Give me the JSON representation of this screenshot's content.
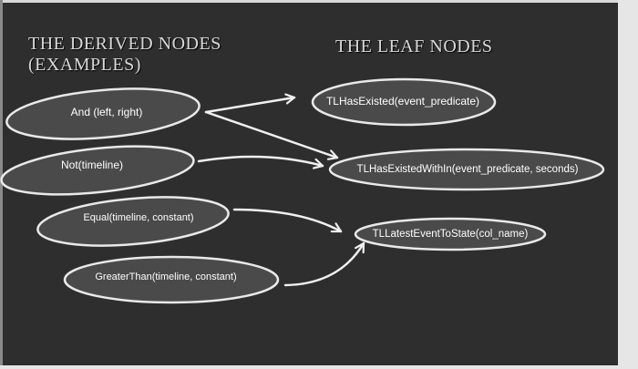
{
  "headings": {
    "derived_line1": "THE DERIVED NODES",
    "derived_line2": "(EXAMPLES)",
    "leaf": "THE LEAF NODES"
  },
  "derived_nodes": {
    "and": "And (left, right)",
    "not": "Not(timeline)",
    "equal": "Equal(timeline, constant)",
    "greater_than": "GreaterThan(timeline, constant)"
  },
  "leaf_nodes": {
    "has_existed": "TLHasExisted(event_predicate)",
    "has_existed_within": "TLHasExistedWithIn(event_predicate, seconds)",
    "latest_event": "TLLatestEventToState(col_name)"
  },
  "edges": [
    {
      "from": "And (left, right)",
      "to": "TLHasExisted(event_predicate)"
    },
    {
      "from": "And (left, right)",
      "to": "TLHasExistedWithIn(event_predicate, seconds)"
    },
    {
      "from": "Not(timeline)",
      "to": "TLHasExistedWithIn(event_predicate, seconds)"
    },
    {
      "from": "Equal(timeline, constant)",
      "to": "TLLatestEventToState(col_name)"
    },
    {
      "from": "GreaterThan(timeline, constant)",
      "to": "TLLatestEventToState(col_name)"
    }
  ],
  "colors": {
    "background": "#2e2e2e",
    "node_fill": "#4a4a4a",
    "node_stroke": "#e9e9e9",
    "text": "#ffffff",
    "heading": "#d8d8d8"
  }
}
